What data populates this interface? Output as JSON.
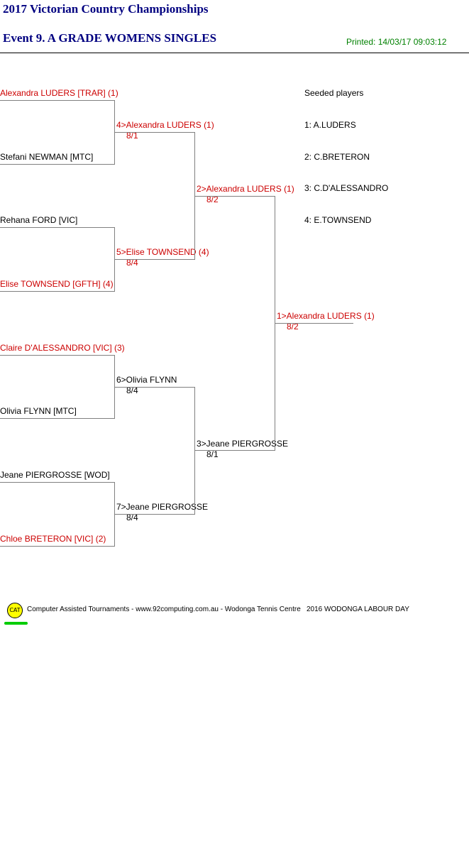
{
  "header": {
    "title": "2017 Victorian Country Championships",
    "event": "Event 9. A GRADE WOMENS SINGLES",
    "printed": "Printed: 14/03/17 09:03:12"
  },
  "round1": [
    {
      "name": "Alexandra LUDERS [TRAR] (1)",
      "seeded": true
    },
    {
      "name": "Stefani NEWMAN [MTC]",
      "seeded": false
    },
    {
      "name": "Rehana FORD [VIC]",
      "seeded": false
    },
    {
      "name": "Elise TOWNSEND [GFTH] (4)",
      "seeded": true
    },
    {
      "name": "Claire D'ALESSANDRO [VIC] (3)",
      "seeded": true
    },
    {
      "name": "Olivia FLYNN [MTC]",
      "seeded": false
    },
    {
      "name": "Jeane PIERGROSSE [WOD]",
      "seeded": false
    },
    {
      "name": "Chloe BRETERON [VIC] (2)",
      "seeded": true
    }
  ],
  "quarterfinals": [
    {
      "winner": "4>Alexandra LUDERS (1)",
      "score": "8/1",
      "seeded": true
    },
    {
      "winner": "5>Elise TOWNSEND (4)",
      "score": "8/4",
      "seeded": true
    },
    {
      "winner": "6>Olivia FLYNN",
      "score": "8/4",
      "seeded": false
    },
    {
      "winner": "7>Jeane PIERGROSSE",
      "score": "8/4",
      "seeded": false
    }
  ],
  "semifinals": [
    {
      "winner": "2>Alexandra LUDERS (1)",
      "score": "8/2",
      "seeded": true
    },
    {
      "winner": "3>Jeane PIERGROSSE",
      "score": "8/1",
      "seeded": false
    }
  ],
  "final": {
    "winner": "1>Alexandra LUDERS (1)",
    "score": "8/2",
    "seeded": true
  },
  "seeded_players": {
    "heading": "Seeded players",
    "items": [
      "1: A.LUDERS",
      "2: C.BRETERON",
      "3: C.D'ALESSANDRO",
      "4: E.TOWNSEND"
    ]
  },
  "footer": {
    "logo_text": "CAT",
    "credit": "Computer Assisted Tournaments - www.92computing.com.au -  Wodonga Tennis Centre",
    "tournament": "2016 WODONGA LABOUR DAY"
  },
  "colors": {
    "seeded": "#cc0000",
    "title": "#000080",
    "printed": "#008000",
    "bracket_line": "#808080"
  }
}
